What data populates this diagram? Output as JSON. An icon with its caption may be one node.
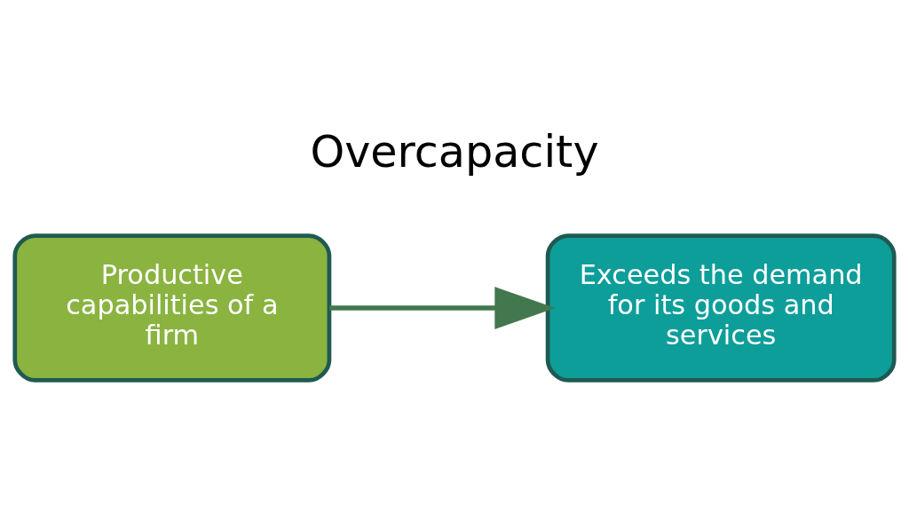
{
  "diagram": {
    "title": "Overcapacity",
    "nodes": [
      {
        "text": [
          "Productive capabilities of a firm"
        ]
      },
      {
        "text": [
          "Exceeds the demand for its goods and services"
        ]
      }
    ],
    "edges": [
      {
        "from": 0,
        "to": 1,
        "arrow": "to"
      }
    ]
  }
}
